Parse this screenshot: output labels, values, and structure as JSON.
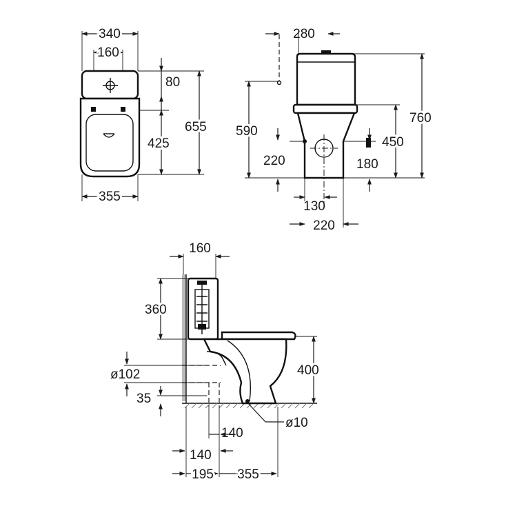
{
  "drawing": {
    "colors": {
      "line": "#1a1a1a",
      "background": "#ffffff",
      "hatch": "#777777"
    },
    "top_view": {
      "width_tank": "340",
      "fixing_spacing": "160",
      "tank_depth": "80",
      "total_depth": "655",
      "bowl_depth": "425",
      "width_bowl": "355"
    },
    "front_view": {
      "tank_width": "280",
      "inlet_height": "590",
      "total_height": "760",
      "seat_height": "450",
      "fixing_height": "220",
      "outlet_height": "180",
      "foot_width": "130",
      "base_width": "220"
    },
    "side_view": {
      "tank_offset": "160",
      "tank_height": "360",
      "bowl_height": "400",
      "pipe_diameter": "ø102",
      "pipe_height": "35",
      "fixing_diameter": "ø10",
      "fixing_offset_a": "140",
      "fixing_offset_b": "140",
      "wall_to_outlet": "195",
      "outlet_to_front": "355"
    }
  }
}
